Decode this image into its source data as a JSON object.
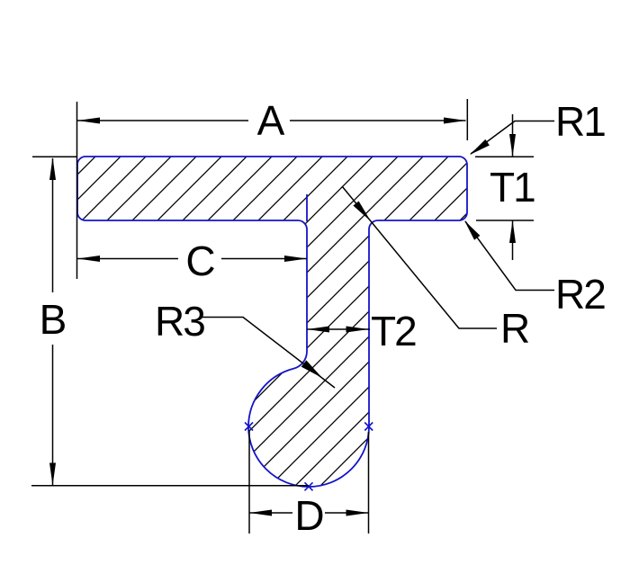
{
  "labels": {
    "a": "A",
    "b": "B",
    "c": "C",
    "d": "D",
    "t1": "T1",
    "t2": "T2",
    "r": "R",
    "r1": "R1",
    "r2": "R2",
    "r3": "R3"
  },
  "colors": {
    "outline": "#1414c8",
    "dimension": "#000000",
    "hatch": "#000000",
    "background": "#ffffff"
  }
}
